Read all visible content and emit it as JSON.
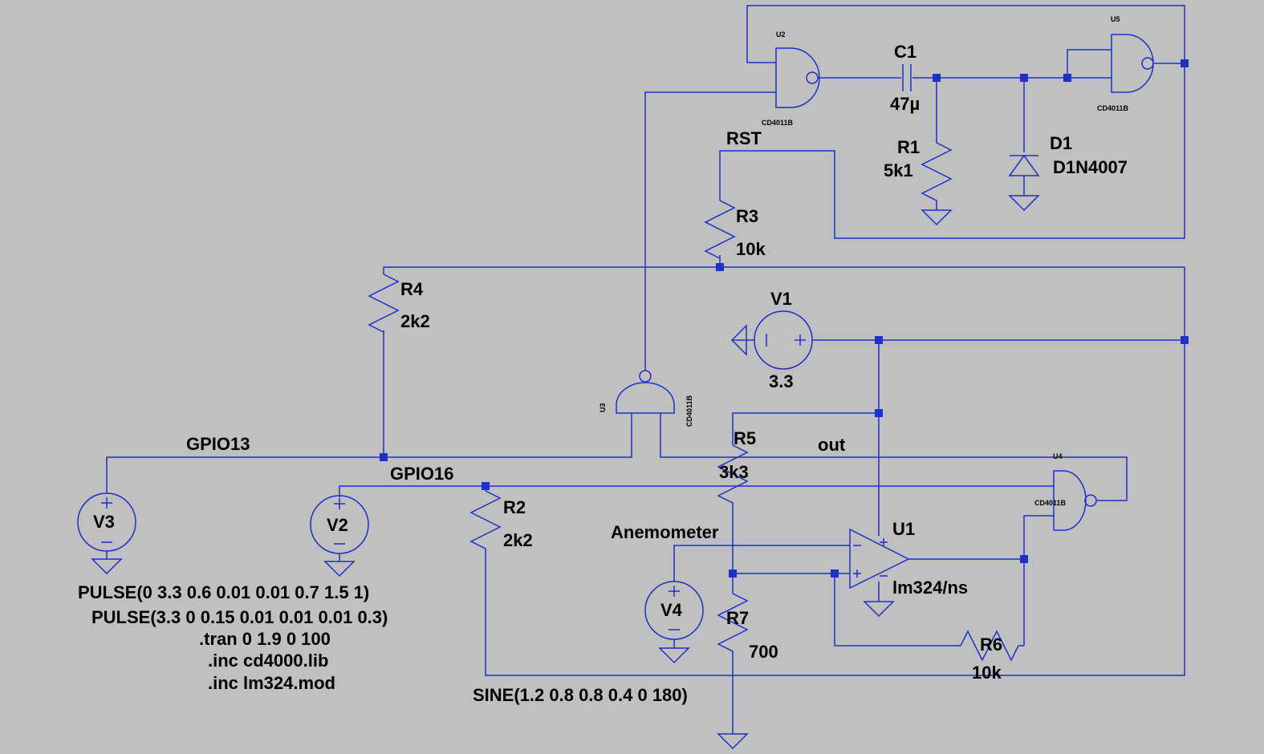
{
  "colors": {
    "background": "#c0c0c0",
    "wire": "#1f2fc9",
    "text": "#000000"
  },
  "components": {
    "C1": {
      "ref": "C1",
      "value": "47µ"
    },
    "R1": {
      "ref": "R1",
      "value": "5k1"
    },
    "D1": {
      "ref": "D1",
      "value": "D1N4007"
    },
    "R3": {
      "ref": "R3",
      "value": "10k"
    },
    "R4": {
      "ref": "R4",
      "value": "2k2"
    },
    "V1": {
      "ref": "V1",
      "value": "3.3"
    },
    "R5": {
      "ref": "R5",
      "value": "3k3"
    },
    "R2": {
      "ref": "R2",
      "value": "2k2"
    },
    "U1": {
      "ref": "U1",
      "value": "lm324/ns"
    },
    "V3": {
      "ref": "V3"
    },
    "V2": {
      "ref": "V2"
    },
    "V4": {
      "ref": "V4"
    },
    "R7": {
      "ref": "R7",
      "value": "700"
    },
    "R6": {
      "ref": "R6",
      "value": "10k"
    },
    "U2": {
      "ref": "U2",
      "part": "CD4011B"
    },
    "U3": {
      "ref": "U3",
      "part": "CD4011B"
    },
    "U4": {
      "ref": "U4",
      "part": "CD4011B"
    },
    "U5": {
      "ref": "U5",
      "part": "CD4011B"
    }
  },
  "nets": {
    "rst": "RST",
    "gpio13": "GPIO13",
    "gpio16": "GPIO16",
    "out": "out",
    "anemometer": "Anemometer"
  },
  "directives": {
    "v3_source": "PULSE(0 3.3 0.6 0.01 0.01 0.7 1.5 1)",
    "v2_source": "PULSE(3.3 0 0.15 0.01 0.01 0.01 0.3)",
    "tran": ".tran 0 1.9 0 100",
    "inc1": ".inc cd4000.lib",
    "inc2": ".inc lm324.mod",
    "v4_source": "SINE(1.2 0.8 0.8 0.4 0 180)"
  }
}
